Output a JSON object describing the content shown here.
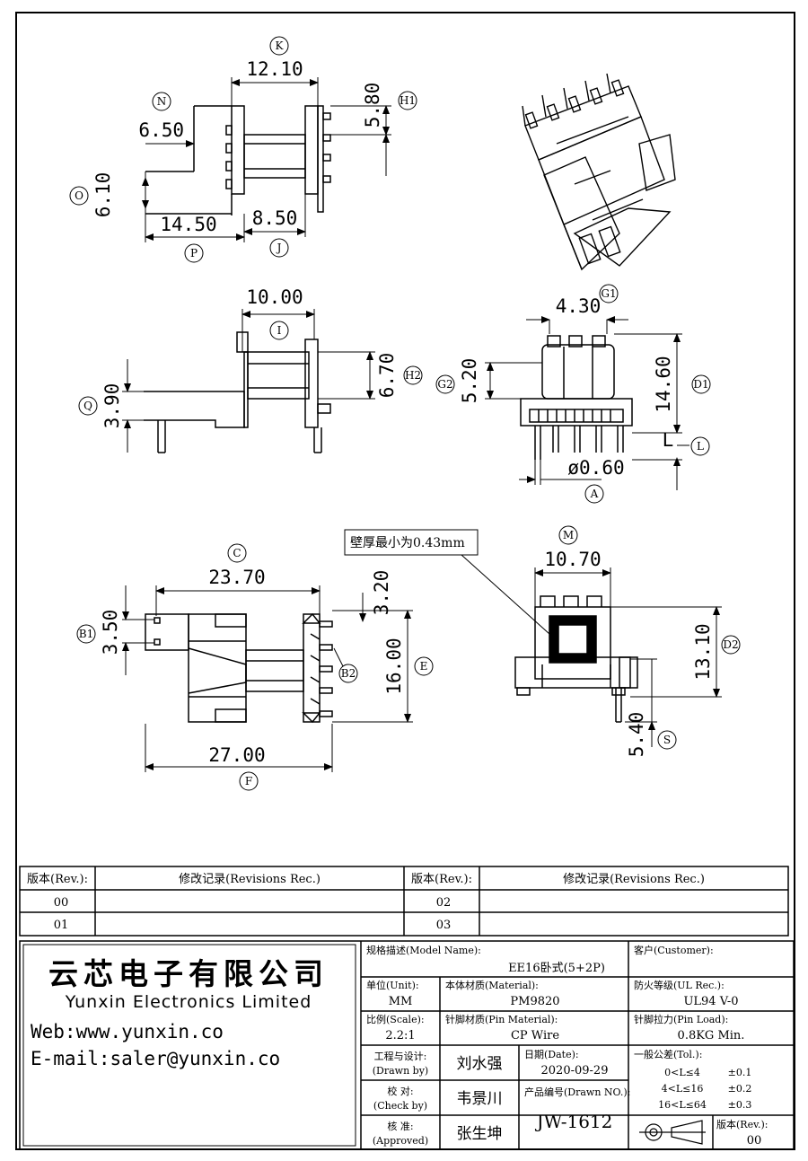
{
  "dimensions": {
    "K": "12.10",
    "H1": "5.80",
    "N": "6.50",
    "O": "6.10",
    "P": "14.50",
    "J": "8.50",
    "I": "10.00",
    "H2": "6.70",
    "Q": "3.90",
    "G1": "4.30",
    "G2": "5.20",
    "D1": "14.60",
    "L": "L",
    "A": "ø0.60",
    "C": "23.70",
    "B1": "3.50",
    "B2_top": "3.20",
    "E": "16.00",
    "F": "27.00",
    "M": "10.70",
    "D2": "13.10",
    "S": "5.40"
  },
  "bubbles": {
    "K": "K",
    "H1": "H1",
    "N": "N",
    "O": "O",
    "P": "P",
    "J": "J",
    "I": "I",
    "H2": "H2",
    "Q": "Q",
    "G1": "G1",
    "G2": "G2",
    "D1": "D1",
    "L": "L",
    "A": "A",
    "C": "C",
    "B1": "B1",
    "B2": "B2",
    "E": "E",
    "F": "F",
    "M": "M",
    "D2": "D2",
    "S": "S"
  },
  "note": "壁厚最小为0.43mm",
  "revisions": {
    "header_rev": "版本(Rev.):",
    "header_rec": "修改记录(Revisions Rec.)",
    "rows": [
      {
        "left_rev": "00",
        "right_rev": "02"
      },
      {
        "left_rev": "01",
        "right_rev": "03"
      }
    ]
  },
  "company": {
    "name_cn": "云芯电子有限公司",
    "name_en": "Yunxin Electronics Limited",
    "web": "Web:www.yunxin.co",
    "email": "E-mail:saler@yunxin.co"
  },
  "titleblock": {
    "model_label": "规格描述(Model Name):",
    "model_value": "EE16卧式(5+2P)",
    "customer_label": "客户(Customer):",
    "unit_label": "单位(Unit):",
    "unit_value": "MM",
    "material_label": "本体材质(Material):",
    "material_value": "PM9820",
    "ul_label": "防火等级(UL Rec.):",
    "ul_value": "UL94 V-0",
    "scale_label": "比例(Scale):",
    "scale_value": "2.2:1",
    "pin_material_label": "针脚材质(Pin Material):",
    "pin_material_value": "CP Wire",
    "pin_load_label": "针脚拉力(Pin Load):",
    "pin_load_value": "0.8KG Min.",
    "drawn_label": "工程与设计:",
    "drawn_sub": "(Drawn by)",
    "drawn_value": "刘水强",
    "date_label": "日期(Date):",
    "date_value": "2020-09-29",
    "tol_label": "一般公差(Tol.):",
    "tol_rows": [
      {
        "range": "0<L≤4",
        "value": "±0.1"
      },
      {
        "range": "4<L≤16",
        "value": "±0.2"
      },
      {
        "range": "16<L≤64",
        "value": "±0.3"
      }
    ],
    "check_label": "校 对:",
    "check_sub": "(Check by)",
    "check_value": "韦景川",
    "drawn_no_label": "产品编号(Drawn NO.):",
    "drawn_no_value": "JW-1612",
    "approved_label": "核 准:",
    "approved_sub": "(Approved)",
    "approved_value": "张生坤",
    "rev_label": "版本(Rev.):",
    "rev_value": "00"
  }
}
